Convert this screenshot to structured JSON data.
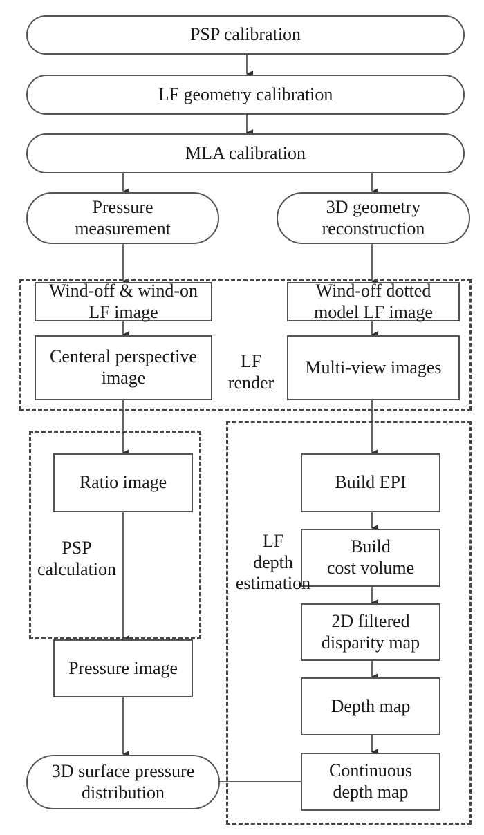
{
  "diagram": {
    "top": {
      "psp_calibration": "PSP calibration",
      "lf_geometry_calibration": "LF geometry calibration",
      "mla_calibration": "MLA calibration"
    },
    "branches": {
      "pressure_measurement": [
        "Pressure",
        "measurement"
      ],
      "geometry_reconstruction": [
        "3D geometry",
        "reconstruction"
      ]
    },
    "lf_render": {
      "label": [
        "LF",
        "render"
      ],
      "left": {
        "wind_image": [
          "Wind-off & wind-on",
          "LF image"
        ],
        "central_perspective": [
          "Centeral perspective",
          "image"
        ]
      },
      "right": {
        "dotted_model": [
          "Wind-off dotted",
          "model LF image"
        ],
        "multi_view": "Multi-view images"
      }
    },
    "psp_calculation": {
      "label": [
        "PSP",
        "calculation"
      ],
      "ratio_image": "Ratio image",
      "pressure_image": "Pressure image"
    },
    "depth_estimation": {
      "label": [
        "LF",
        "depth",
        "estimation"
      ],
      "build_epi": "Build EPI",
      "build_cost_volume": [
        "Build",
        "cost volume"
      ],
      "filtered_disparity": [
        "2D filtered",
        "disparity map"
      ],
      "depth_map": "Depth map",
      "continuous_depth": [
        "Continuous",
        "depth map"
      ]
    },
    "output": [
      "3D surface pressure",
      "distribution"
    ],
    "colors": {
      "stroke": "#5a5250",
      "dash": "#4a4442",
      "text": "#1a1a1a"
    }
  }
}
